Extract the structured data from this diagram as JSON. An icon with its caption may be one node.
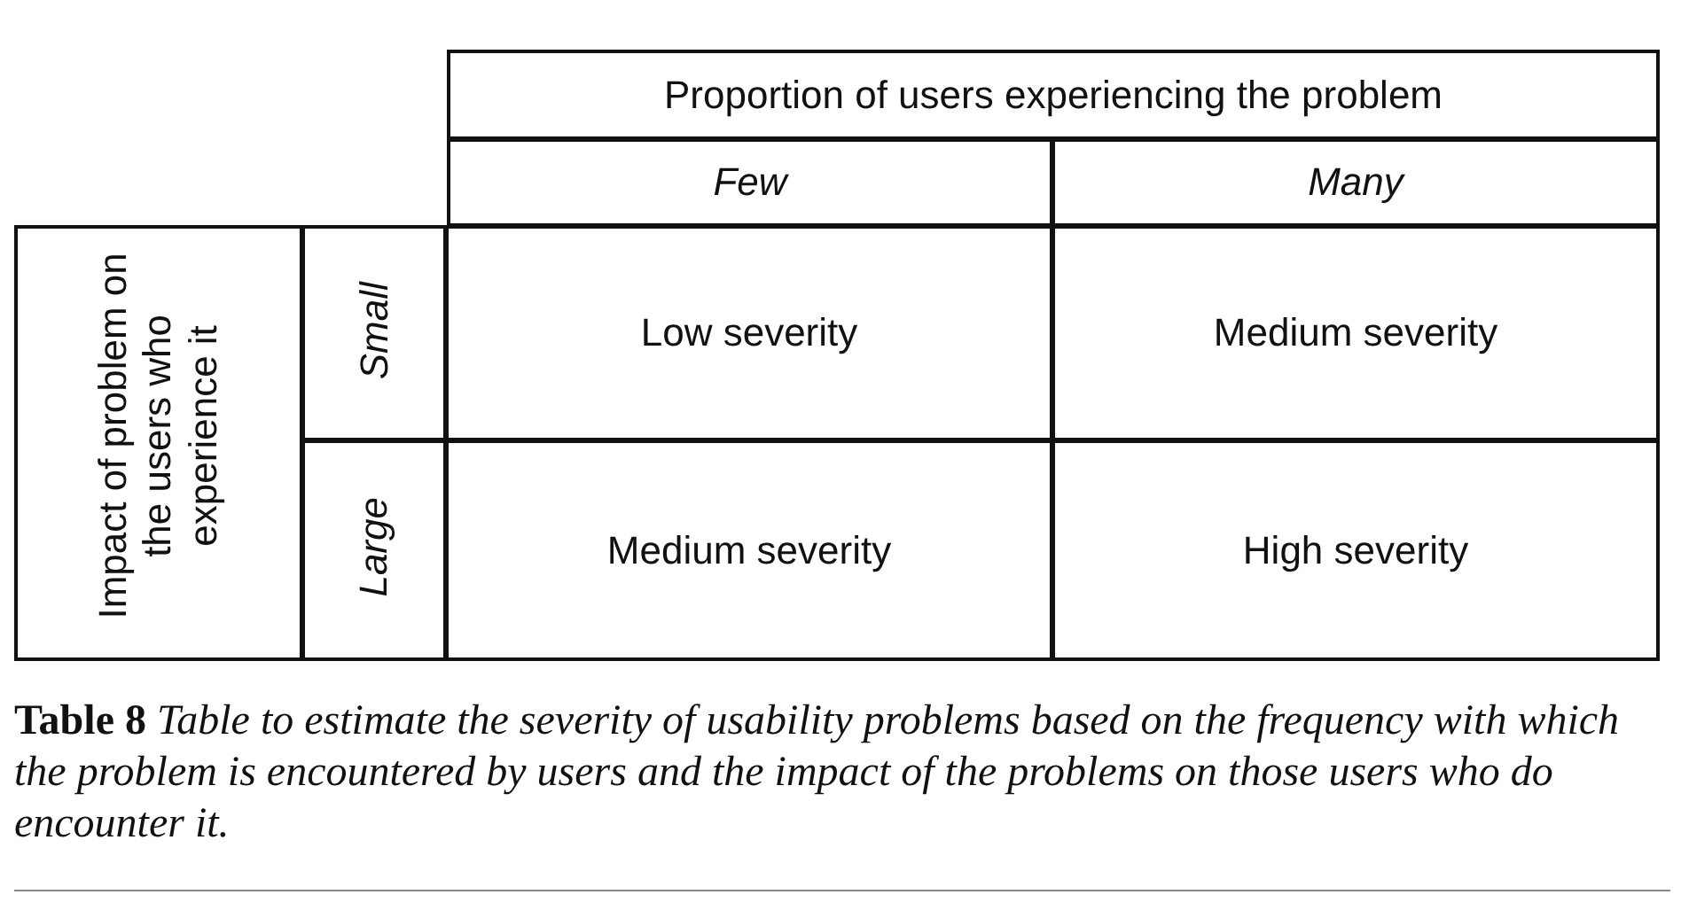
{
  "diagram": {
    "caption": "**Table 8** *Table to estimate the severity of usability problems based on the frequency with which the problem is encountered by users and the impact of the problems on those users who do encounter it.*",
    "labels": [
      "Proportion of users experiencing the problem",
      "Few",
      "Many",
      "Impact of problem on the users who experience it",
      "Small",
      "Low severity",
      "Medium severity",
      "Large",
      "Medium severity",
      "High severity"
    ]
  }
}
